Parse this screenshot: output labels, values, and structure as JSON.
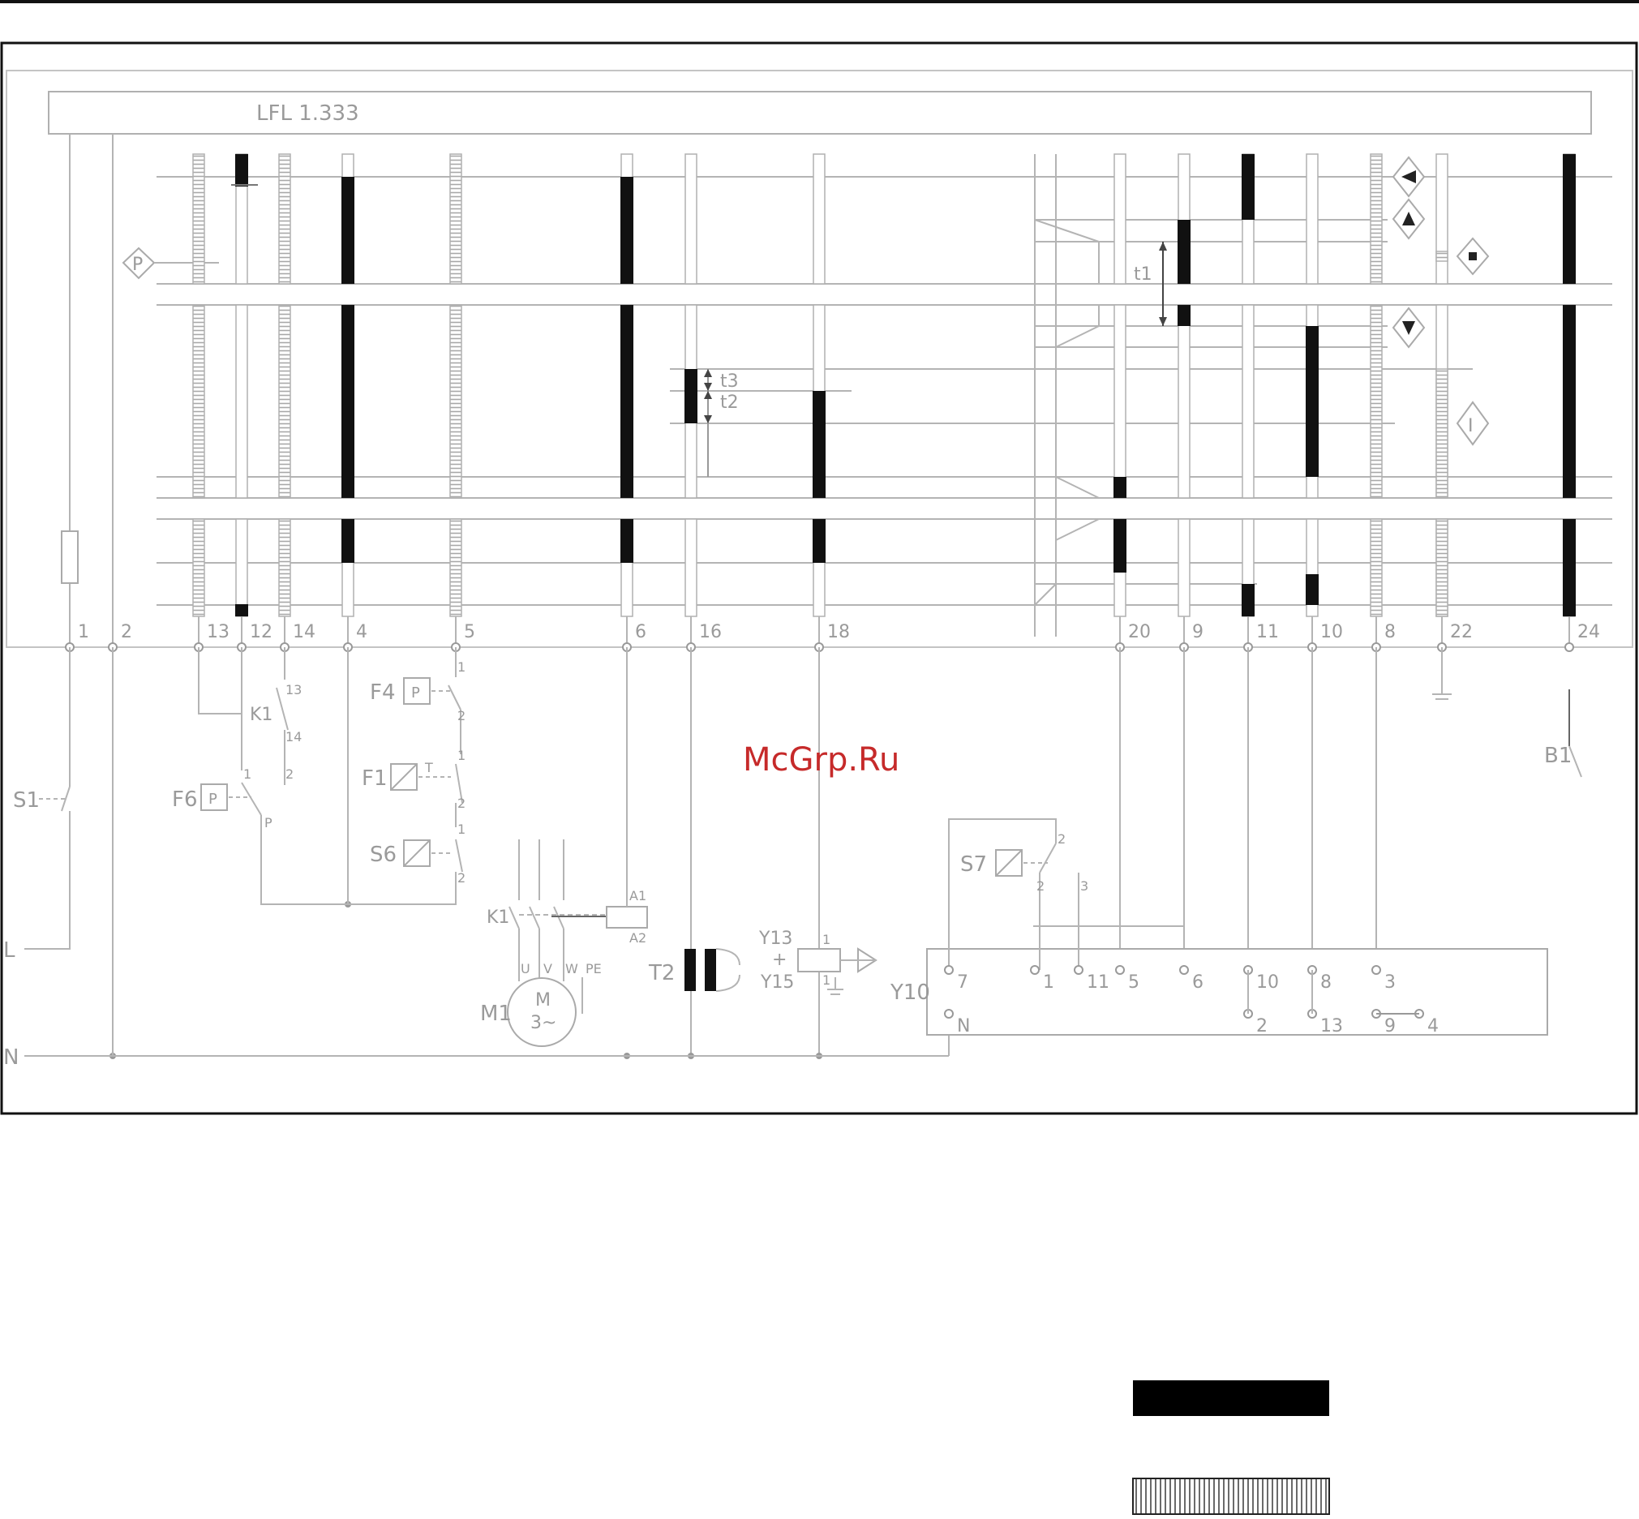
{
  "title": "LFL 1.333",
  "watermark": "McGrp.Ru",
  "terminal_labels": [
    "1",
    "2",
    "13",
    "12",
    "14",
    "4",
    "5",
    "6",
    "16",
    "18",
    "20",
    "9",
    "11",
    "10",
    "8",
    "22",
    "24"
  ],
  "timing_labels": {
    "t1": "t1",
    "t2": "t2",
    "t3": "t3"
  },
  "symbols": {
    "air_pressure": "P",
    "ionization": "I"
  },
  "components": {
    "S1": "S1",
    "F6": "F6",
    "F6_contact": "P",
    "K1": "K1",
    "K1_contact_13": "13",
    "K1_contact_14": "14",
    "F4": "F4",
    "F4_contact": "P",
    "F1": "F1",
    "F1_contact": "T",
    "S6": "S6",
    "K1_power": "K1",
    "A1": "A1",
    "A2": "A2",
    "M1": "M1",
    "motor_symbol": "M",
    "motor_phase": "3~",
    "U": "U",
    "V": "V",
    "W": "W",
    "PE": "PE",
    "T2": "T2",
    "Y13": "Y13",
    "plus": "+",
    "Y15": "Y15",
    "S7": "S7",
    "Y10": "Y10",
    "B1": "B1",
    "L": "L",
    "N": "N"
  },
  "contact_numbers": [
    "1",
    "2",
    "1",
    "2",
    "1",
    "2",
    "1",
    "2",
    "1",
    "2",
    "3",
    "2",
    "1",
    "1",
    "2"
  ],
  "tp_symbol": "T/P",
  "y10_terminals": {
    "top": [
      "7",
      "1",
      "11",
      "5",
      "6",
      "10",
      "8",
      "3"
    ],
    "bottom": [
      "N",
      "2",
      "13",
      "9",
      "4"
    ]
  },
  "legend": [
    "filled",
    "hatched"
  ]
}
